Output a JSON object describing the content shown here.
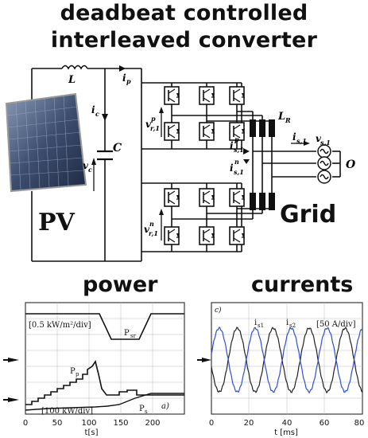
{
  "title": {
    "line1": "deadbeat controlled",
    "line2": "interleaved converter"
  },
  "circuit": {
    "inductor_label": "L",
    "ip_label": "i",
    "ip_sub": "p",
    "ic_label": "i",
    "ic_sub": "c",
    "cap_label": "C",
    "vc_label": "v",
    "vc_sub": "c",
    "vr_p_label": "v",
    "vr_p_sub": "r,1",
    "vr_p_sup": "p",
    "vr_n_label": "v",
    "vr_n_sub": "r,1",
    "vr_n_sup": "n",
    "lr_label": "L",
    "lr_sub": "R",
    "is_label": "i",
    "is_sub": "s,1",
    "isp_label": "i",
    "isp_sub": "s,1",
    "isp_sup": "p",
    "isn_label": "i",
    "isn_sub": "s,1",
    "isn_sup": "n",
    "vs_label": "v",
    "vs_sub": "s,1",
    "o_label": "O",
    "pv_label": "PV",
    "grid_label": "Grid"
  },
  "power_panel": {
    "heading": "power",
    "scale_irradiance": "[0.5 kW/m²/div]",
    "scale_power": "[100 kW/div]",
    "psr_label": "P",
    "psr_sub": "sr",
    "pp_label": "P",
    "pp_sub": "p",
    "ps_label": "P",
    "ps_sub": "s",
    "panel_tag": "a)",
    "x_ticks": [
      "0",
      "50",
      "100",
      "150",
      "200"
    ],
    "x_axis_label": "t[s]"
  },
  "currents_panel": {
    "heading": "currents",
    "panel_tag": "c)",
    "scale": "[50 A/div]",
    "is1_label": "i",
    "is1_sub": "s1",
    "is2_label": "i",
    "is2_sub": "s2",
    "x_ticks": [
      "0",
      "20",
      "40",
      "60",
      "80"
    ],
    "x_axis_label": "t [ms]"
  },
  "colors": {
    "series_dark": "#222222",
    "series_blue": "#2e4fd6",
    "panel_bg": "#dfe3ea"
  }
}
